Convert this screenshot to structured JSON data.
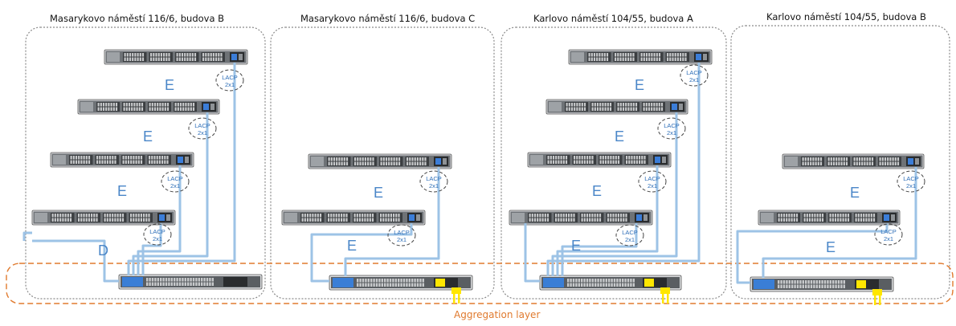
{
  "buildings": [
    {
      "title": "Masarykovo náměstí 116/6, budova B",
      "links": [
        "E",
        "E",
        "E",
        "D"
      ],
      "lacp": [
        "LACP",
        "LACP",
        "LACP",
        "LACP"
      ],
      "lacp_count": [
        "2x1",
        "2x1",
        "2x1",
        "2x1"
      ]
    },
    {
      "title": "Masarykovo náměstí 116/6, budova C",
      "links": [
        "E",
        "E"
      ],
      "lacp": [
        "LACP",
        "LACP"
      ],
      "lacp_count": [
        "2x1",
        "2x1"
      ]
    },
    {
      "title": "Karlovo náměstí 104/55, budova A",
      "links": [
        "E",
        "E",
        "E",
        "E"
      ],
      "lacp": [
        "LACP",
        "LACP",
        "LACP",
        "LACP"
      ],
      "lacp_count": [
        "2x1",
        "2x1",
        "2x1",
        "2x1"
      ]
    },
    {
      "title": "Karlovo náměstí 104/55, budova B",
      "links": [
        "E",
        "E"
      ],
      "lacp": [
        "LACP",
        "LACP"
      ],
      "lacp_count": [
        "2x1",
        "2x1"
      ]
    }
  ],
  "aggregation_label": "Aggregation layer",
  "colors": {
    "link": "#9dc3e6",
    "link_text": "#4a86c8",
    "aggregation": "#e07a2e",
    "box_border": "#8a8a8a",
    "switch_body": "#6e7276",
    "uplink_module": "#ffe600"
  }
}
